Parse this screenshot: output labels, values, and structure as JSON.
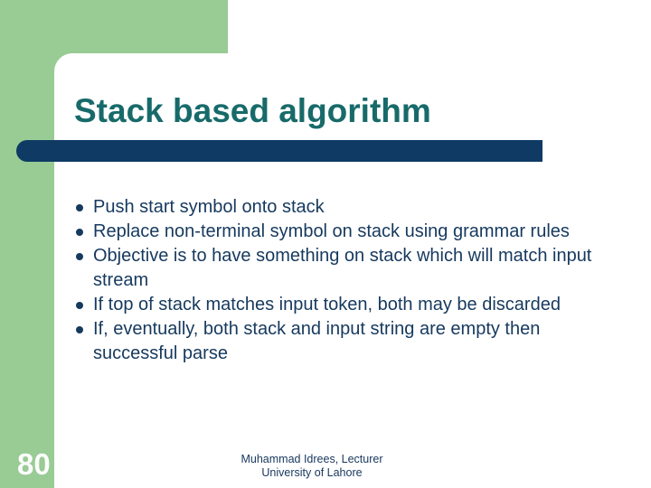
{
  "slide": {
    "title": "Stack based algorithm",
    "bullets": [
      "Push start symbol onto stack",
      "Replace non-terminal symbol on stack using grammar rules",
      "Objective is to have something on stack which will match input stream",
      "If top of stack matches input token, both may be discarded",
      "If, eventually, both stack and input string are empty then successful parse"
    ],
    "page_number": "80",
    "footer_line1": "Muhammad Idrees, Lecturer",
    "footer_line2": "University of Lahore",
    "icons": {
      "bullet_icon": "filled-circle"
    },
    "colors": {
      "background_green": "#99CB94",
      "title_teal": "#186A6A",
      "bar_navy": "#0E3A64",
      "body_navy": "#16395E",
      "footer_navy": "#17375D",
      "page_number_white": "#FCFCFC",
      "card_white": "#FFFFFF"
    }
  }
}
